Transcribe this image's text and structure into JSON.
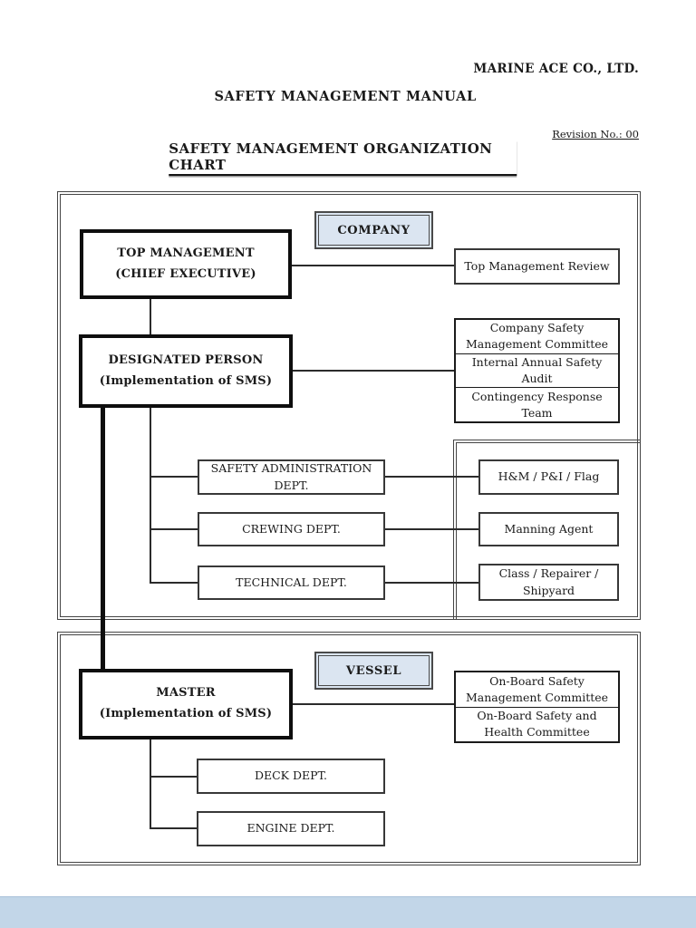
{
  "header": {
    "company_name": "MARINE ACE CO., LTD.",
    "manual_title": "SAFETY MANAGEMENT MANUAL",
    "revision": "Revision No.: 00",
    "chart_title": "SAFETY MANAGEMENT ORGANIZATION CHART"
  },
  "company_section": {
    "label": "COMPANY",
    "top_management": {
      "line1": "TOP MANAGEMENT",
      "line2": "(CHIEF EXECUTIVE)"
    },
    "top_management_review": "Top Management Review",
    "designated_person": {
      "line1": "DESIGNATED PERSON",
      "line2": "(Implementation of SMS)"
    },
    "committees": [
      "Company Safety Management Committee",
      "Internal Annual Safety Audit",
      "Contingency Response Team"
    ],
    "departments": [
      "SAFETY ADMINISTRATION DEPT.",
      "CREWING DEPT.",
      "TECHNICAL DEPT."
    ],
    "external_parties": [
      "H&M / P&I / Flag",
      "Manning Agent",
      "Class / Repairer / Shipyard"
    ]
  },
  "vessel_section": {
    "label": "VESSEL",
    "master": {
      "line1": "MASTER",
      "line2": "(Implementation of SMS)"
    },
    "committees": [
      "On-Board Safety Management Committee",
      "On-Board Safety and Health Committee"
    ],
    "departments": [
      "DECK DEPT.",
      "ENGINE DEPT."
    ]
  },
  "colors": {
    "label_fill": "#dbe5f1",
    "line": "#2b2b2b",
    "footer_bar": "#c2d6e8"
  }
}
